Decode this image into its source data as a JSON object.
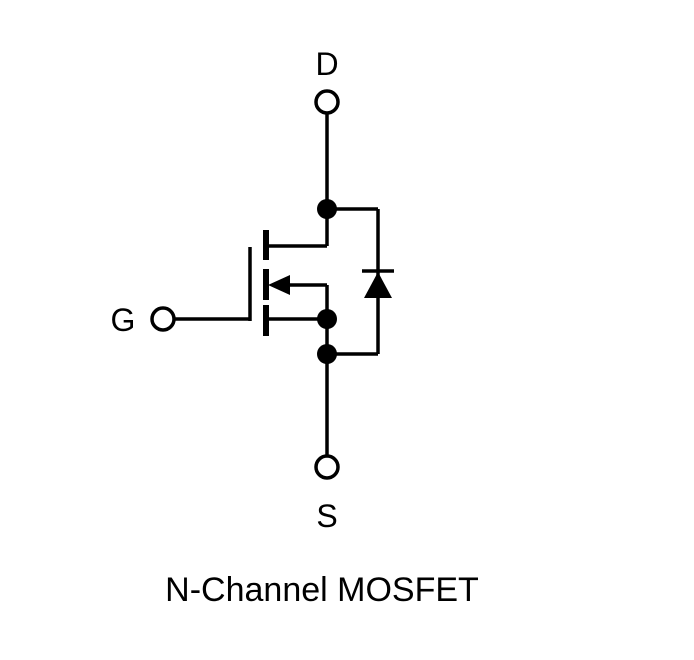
{
  "diagram": {
    "caption": "N-Channel MOSFET",
    "pins": {
      "drain": "D",
      "gate": "G",
      "source": "S"
    },
    "stroke_color": "#000000",
    "background": "#ffffff"
  }
}
